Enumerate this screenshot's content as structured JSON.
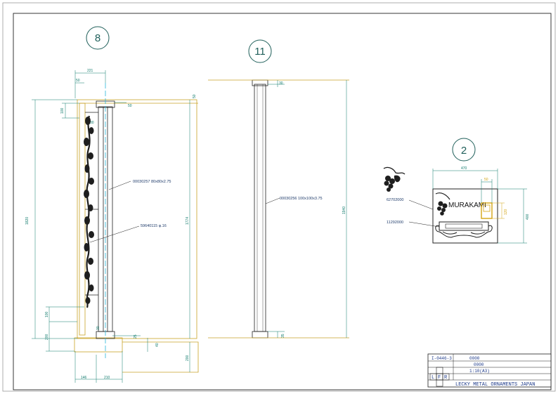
{
  "detail_8": {
    "bubble": "8",
    "dims": {
      "top_width": "221",
      "top_offset": "50",
      "cap_height": "100",
      "post_cap": "50",
      "cap_small": "30",
      "right_cap": "50",
      "total_height": "1820",
      "inner_height": "1774",
      "lower_rail": "100",
      "base_height": "200",
      "base_small": "25",
      "base_side": "40",
      "base_right": "200",
      "bottom_left": "146",
      "bottom_right": "210",
      "base_tick": "30"
    },
    "callouts": {
      "post": "00030257 80x80x2.75",
      "bar": "59640115 φ.16"
    }
  },
  "detail_11": {
    "bubble": "11",
    "dims": {
      "top": "30",
      "height": "1940",
      "bottom": "35"
    },
    "callouts": {
      "post": "00030256 100x100x3.75"
    }
  },
  "detail_2": {
    "bubble": "2",
    "dims": {
      "width": "470",
      "height": "400",
      "box_width": "50",
      "box_height": "120"
    },
    "plate_name": "MURAKAMI",
    "callouts": {
      "ornament": "62702000",
      "frame": "11292000"
    }
  },
  "title_block": {
    "drawing_no": "I-0446-3",
    "field1": "0000",
    "field2": "0000",
    "scale": "1:10(A3)",
    "views": [
      "L",
      "F",
      "R"
    ],
    "company": "LECKY METAL ORNAMENTS JAPAN"
  }
}
